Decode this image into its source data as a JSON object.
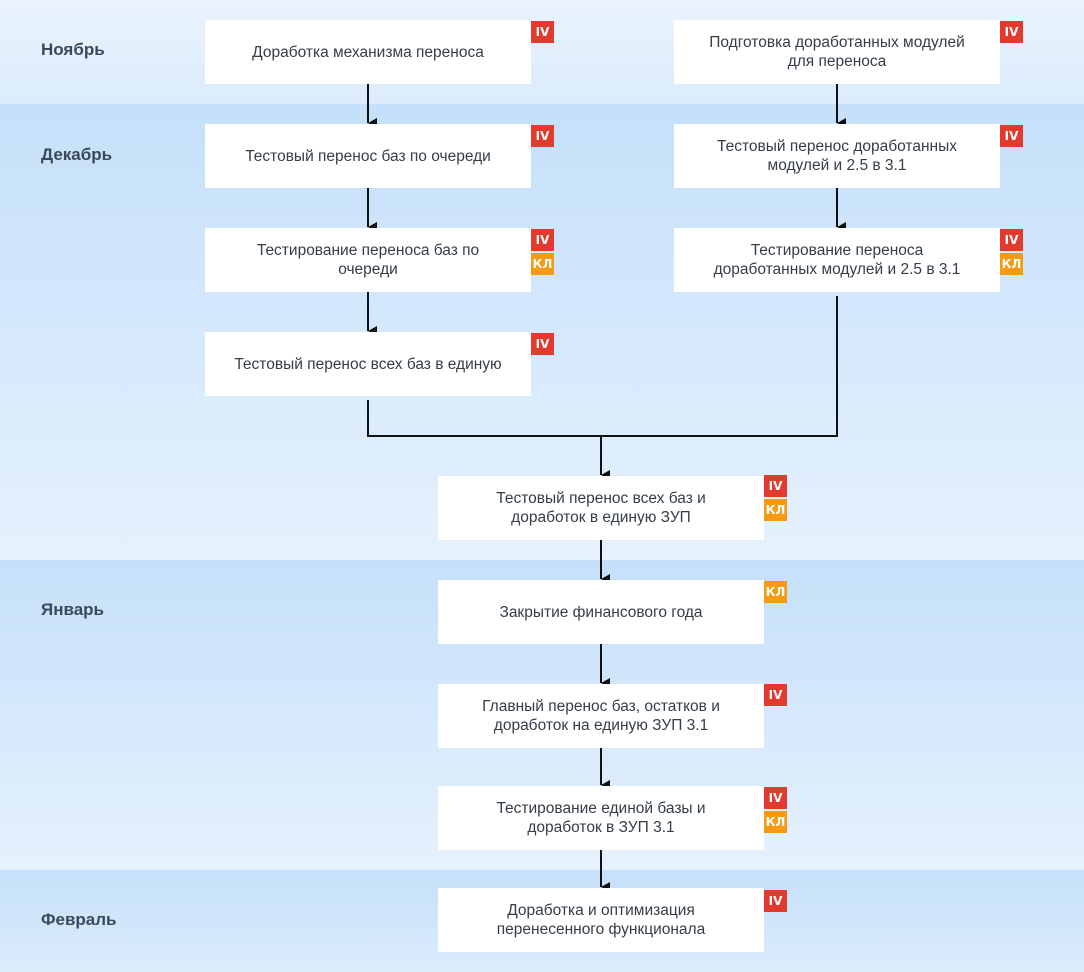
{
  "months": {
    "november": "Ноябрь",
    "december": "Декабрь",
    "january": "Январь",
    "february": "Февраль"
  },
  "tags": {
    "iv": "IV",
    "kl": "КЛ"
  },
  "colors": {
    "iv": "#e23a2f",
    "kl": "#f59a12",
    "band": "#c5e0fa"
  },
  "steps": {
    "s1": "Доработка механизма переноса",
    "s2": "Подготовка доработанных модулей для переноса",
    "s3": "Тестовый перенос баз по очереди",
    "s4": "Тестовый перенос доработанных модулей и 2.5 в 3.1",
    "s5": "Тестирование переноса баз по очереди",
    "s6": "Тестирование переноса доработанных модулей и 2.5 в 3.1",
    "s7": "Тестовый перенос всех баз в единую",
    "s8": "Тестовый перенос всех баз и доработок в единую ЗУП",
    "s9": "Закрытие финансового года",
    "s10": "Главный перенос баз, остатков и доработок на единую ЗУП 3.1",
    "s11": "Тестирование единой базы и доработок в ЗУП 3.1",
    "s12": "Доработка и оптимизация перенесенного функционала"
  }
}
